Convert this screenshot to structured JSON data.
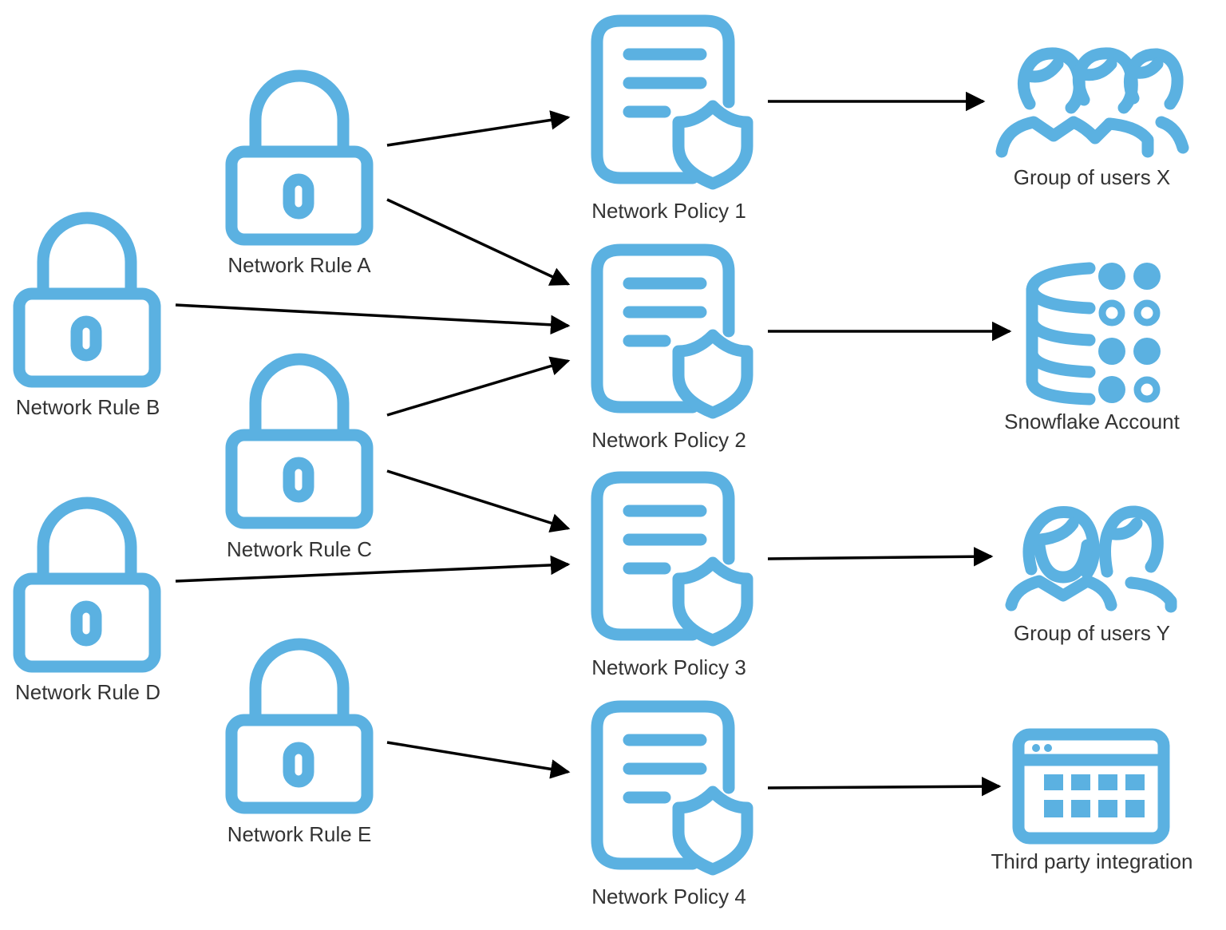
{
  "diagram": {
    "accent_color": "#5BB1E1",
    "rules": [
      {
        "id": "A",
        "label": "Network Rule A",
        "icon": "lock-icon"
      },
      {
        "id": "B",
        "label": "Network Rule B",
        "icon": "lock-icon"
      },
      {
        "id": "C",
        "label": "Network Rule C",
        "icon": "lock-icon"
      },
      {
        "id": "D",
        "label": "Network Rule D",
        "icon": "lock-icon"
      },
      {
        "id": "E",
        "label": "Network Rule E",
        "icon": "lock-icon"
      }
    ],
    "policies": [
      {
        "id": "1",
        "label": "Network Policy 1",
        "icon": "policy-document-shield-icon"
      },
      {
        "id": "2",
        "label": "Network Policy 2",
        "icon": "policy-document-shield-icon"
      },
      {
        "id": "3",
        "label": "Network Policy 3",
        "icon": "policy-document-shield-icon"
      },
      {
        "id": "4",
        "label": "Network Policy 4",
        "icon": "policy-document-shield-icon"
      }
    ],
    "targets": [
      {
        "id": "X",
        "label": "Group of users X",
        "icon": "users-group-icon"
      },
      {
        "id": "SA",
        "label": "Snowflake Account",
        "icon": "database-icon"
      },
      {
        "id": "Y",
        "label": "Group of users Y",
        "icon": "users-pair-icon"
      },
      {
        "id": "TPI",
        "label": "Third party integration",
        "icon": "app-window-icon"
      }
    ],
    "edges": [
      {
        "from": "A",
        "to": "1"
      },
      {
        "from": "A",
        "to": "2"
      },
      {
        "from": "B",
        "to": "2"
      },
      {
        "from": "C",
        "to": "2"
      },
      {
        "from": "C",
        "to": "3"
      },
      {
        "from": "D",
        "to": "3"
      },
      {
        "from": "E",
        "to": "4"
      },
      {
        "from": "1",
        "to": "X"
      },
      {
        "from": "2",
        "to": "SA"
      },
      {
        "from": "3",
        "to": "Y"
      },
      {
        "from": "4",
        "to": "TPI"
      }
    ]
  }
}
